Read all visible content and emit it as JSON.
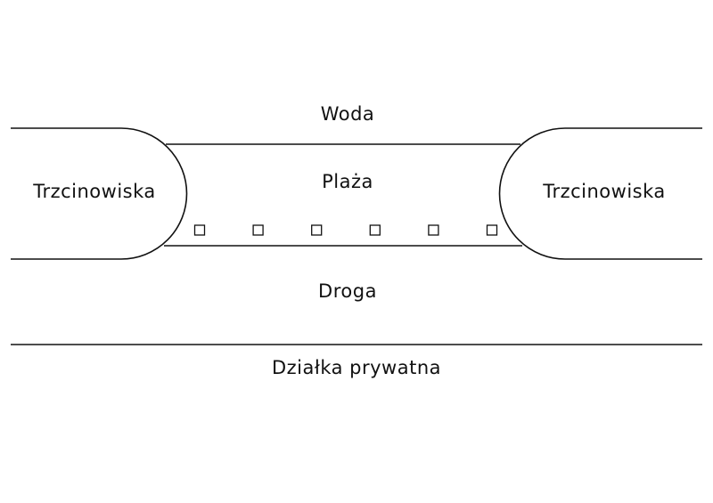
{
  "labels": {
    "water": "Woda",
    "beach": "Plaża",
    "reeds_left": "Trzcinowiska",
    "reeds_right": "Trzcinowiska",
    "road": "Droga",
    "private_plot": "Działka prywatna"
  },
  "beach_markers_count": 6,
  "colors": {
    "line": "#111111",
    "background": "#ffffff"
  }
}
